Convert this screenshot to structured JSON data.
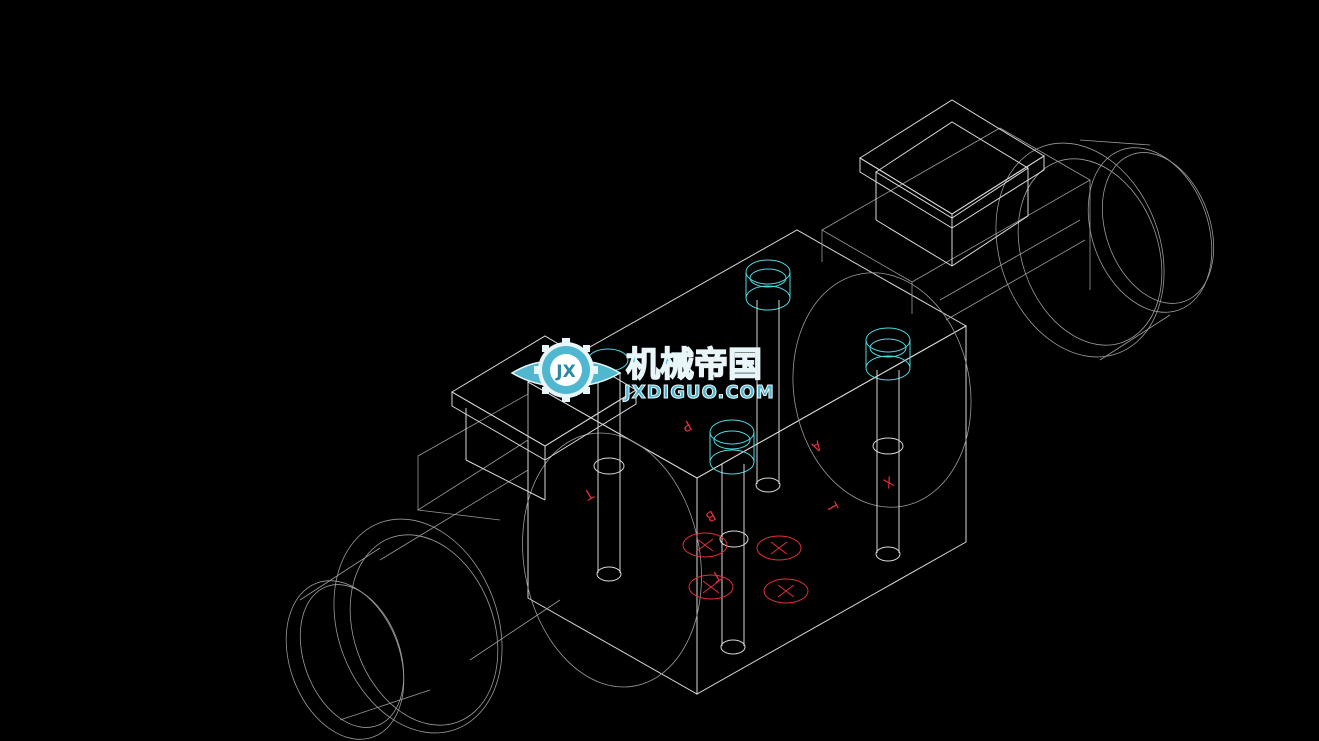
{
  "drawing": {
    "background": "#000000",
    "line_color": "#d8d8d8",
    "hole_color": "#4fd8e0",
    "mark_color": "#e0303a"
  },
  "port_labels": {
    "p": "P",
    "a": "A",
    "b": "B",
    "t": "T",
    "t2": "T",
    "t1": "T",
    "x": "X"
  },
  "watermark": {
    "chinese": "机械帝国",
    "domain": "JXDIGUO.COM",
    "logo_text": "JX",
    "colors": [
      "#4fb7cf",
      "#e8f6fa"
    ]
  }
}
